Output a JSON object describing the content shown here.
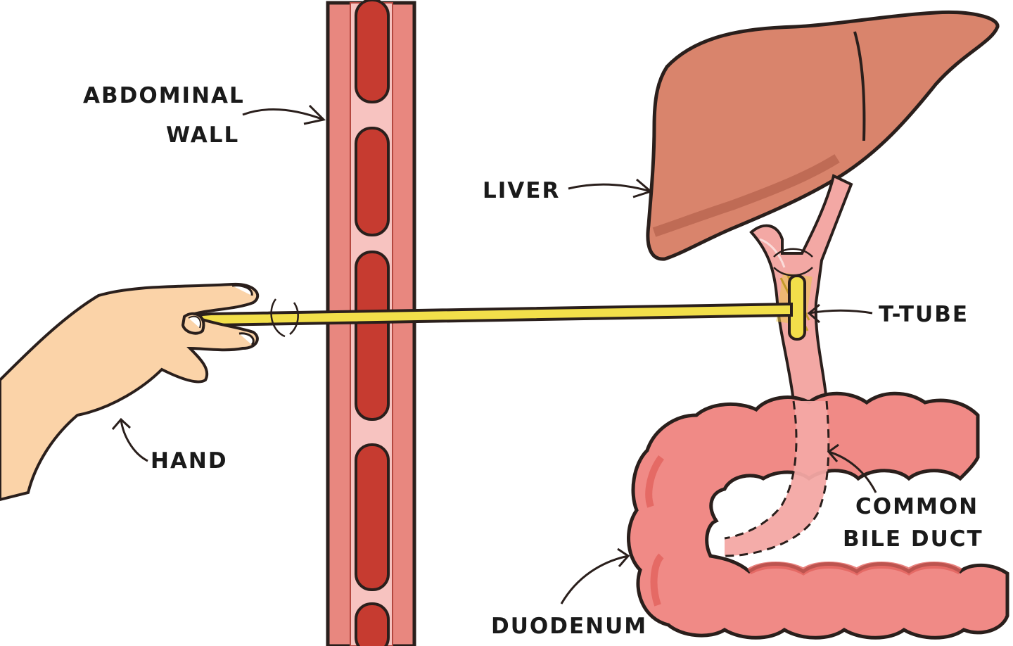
{
  "labels": {
    "abdominal_wall_line1": "ABDOMINAL",
    "abdominal_wall_line2": "WALL",
    "liver": "LIVER",
    "t_tube": "T-TUBE",
    "hand": "HAND",
    "common_bile_duct_line1": "COMMON",
    "common_bile_duct_line2": "BILE DUCT",
    "duodenum": "DUODENUM"
  },
  "colors": {
    "outline": "#2a1f1c",
    "abdominal_wall_outer": "#e8877f",
    "abdominal_wall_inner": "#f7c3c0",
    "muscle": "#c63b30",
    "liver": "#d9846c",
    "liver_dark": "#b4614b",
    "bile_duct": "#f3a8a4",
    "duodenum": "#f08a86",
    "duodenum_dark": "#e2625c",
    "tube": "#f2df4a",
    "skin": "#fbd3a8"
  }
}
